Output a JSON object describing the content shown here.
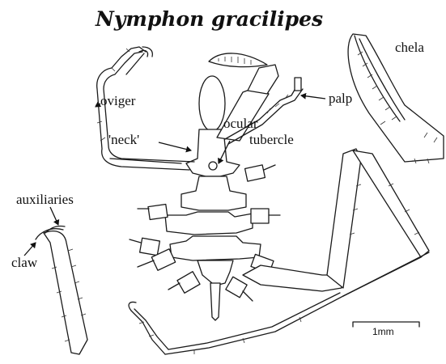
{
  "figure": {
    "title": "Nymphon gracilipes",
    "labels": {
      "oviger": "oviger",
      "neck": "'neck'",
      "ocular_line1": "ocular",
      "ocular_line2": "tubercle",
      "palp": "palp",
      "chela": "chela",
      "auxiliaries": "auxiliaries",
      "claw": "claw"
    },
    "scale_bar": "1mm"
  }
}
